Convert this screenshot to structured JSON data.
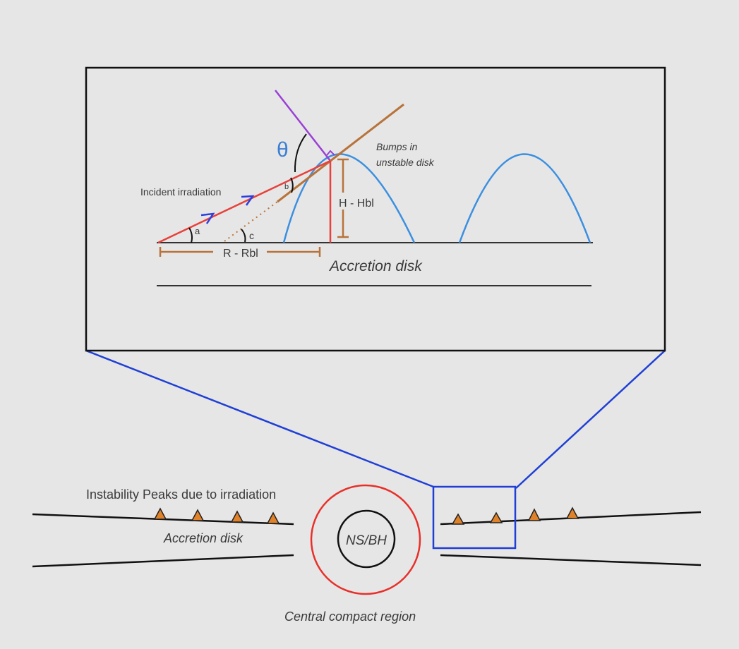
{
  "inset": {
    "incident_label": "Incident irradiation",
    "theta": "θ",
    "angle_a": "a",
    "angle_b": "b",
    "angle_c": "c",
    "height_label": "H - Hbl",
    "radius_label": "R - Rbl",
    "bumps_line1": "Bumps in",
    "bumps_line2": "unstable disk",
    "disk_label": "Accretion disk"
  },
  "overview": {
    "peaks_label": "Instability Peaks due to irradiation",
    "disk_label": "Accretion disk",
    "center_label": "NS/BH",
    "region_label": "Central compact region"
  },
  "colors": {
    "background": "#e6e6e6",
    "ray": "#e8403a",
    "normal": "#9b3fd6",
    "tangent": "#b8733a",
    "bump": "#3b8fe0",
    "zoom": "#1f3fd6",
    "peak": "#e0822a",
    "ring": "#e8302a",
    "theta": "#3b7fd4"
  }
}
